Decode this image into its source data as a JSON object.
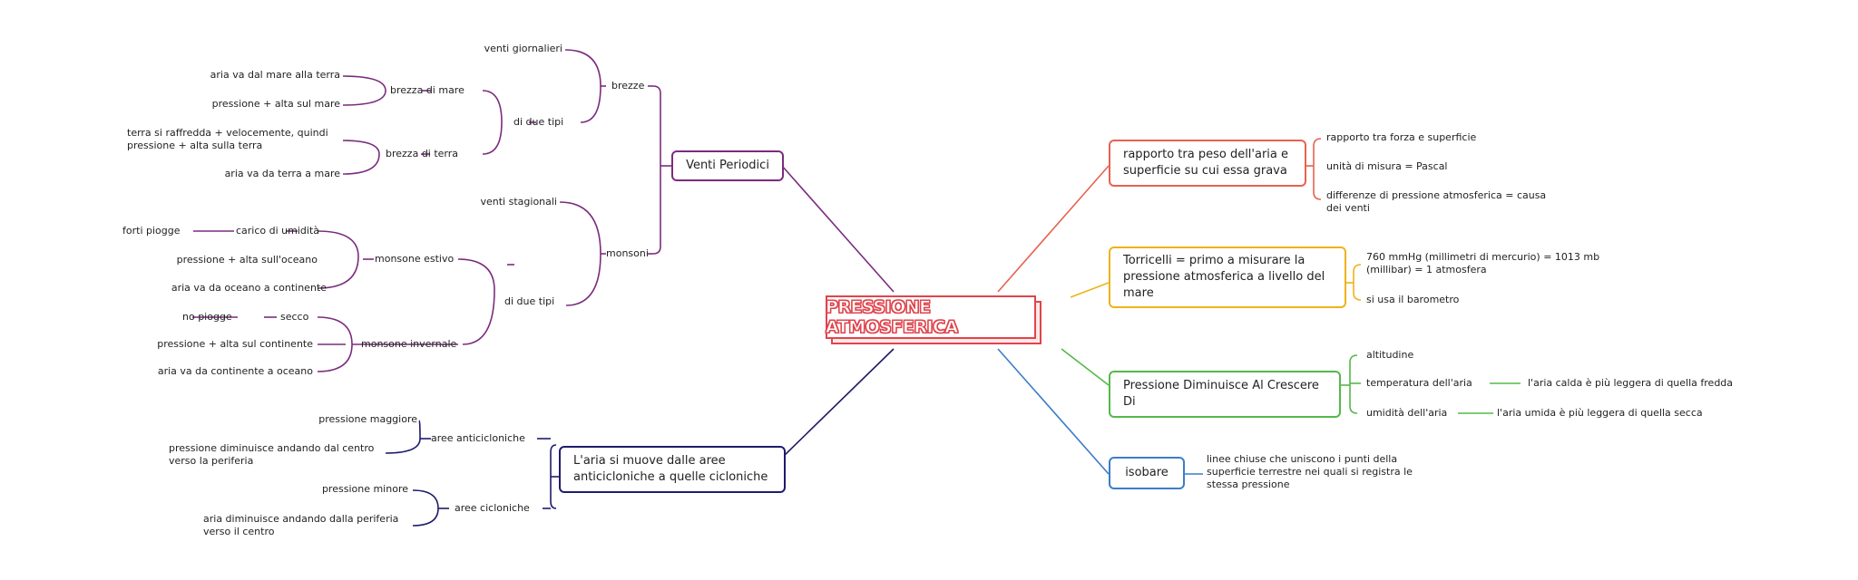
{
  "colors": {
    "central": "#e0444c",
    "purple": "#7b2c7e",
    "navy": "#1e1b6b",
    "salmon": "#e8624f",
    "orange": "#efb21a",
    "green": "#55b84a",
    "blue": "#3b7dc8"
  },
  "central": {
    "title": "PRESSIONE ATMOSFERICA"
  },
  "venti": {
    "title": "Venti Periodici",
    "brezze": "brezze",
    "brezze_giornalieri": "venti giornalieri",
    "brezze_tipi": "di due tipi",
    "brezza_mare": "brezza di mare",
    "bm_1": "aria va dal mare alla terra",
    "bm_2": "pressione + alta sul mare",
    "brezza_terra": "brezza di terra",
    "bt_1": "terra si raffredda + velocemente, quindi pressione + alta sulla terra",
    "bt_2": "aria va da terra a mare",
    "monsoni": "monsoni",
    "monsoni_stagionali": "venti stagionali",
    "monsoni_tipi": "di due tipi",
    "monsone_estivo": "monsone estivo",
    "me_carico": "carico di umidità",
    "me_piogge": "forti piogge",
    "me_2": "pressione + alta sull'oceano",
    "me_3": "aria va da oceano a continente",
    "monsone_invernale": "monsone invernale",
    "mi_secco": "secco",
    "mi_piogge": "no piogge",
    "mi_2": "pressione + alta sul continente",
    "mi_3": "aria va da continente a oceano"
  },
  "aria": {
    "title": "L'aria si muove dalle aree anticicloniche a quelle cicloniche",
    "anti": "aree anticicloniche",
    "anti_1": "pressione maggiore",
    "anti_2": "pressione diminuisce andando dal centro verso la periferia",
    "cicl": "aree cicloniche",
    "cicl_1": "pressione minore",
    "cicl_2": "aria diminuisce andando dalla periferia verso il centro"
  },
  "rapporto": {
    "title": "rapporto tra peso dell'aria e superficie su cui essa grava",
    "d1": "rapporto tra forza e superficie",
    "d2": "unità di misura = Pascal",
    "d3": "differenze di pressione atmosferica = causa dei venti"
  },
  "torricelli": {
    "title": "Torricelli = primo a misurare la pressione atmosferica a livello del mare",
    "d1": "760 mmHg (millimetri di mercurio) = 1013 mb (millibar) = 1 atmosfera",
    "d2": "si usa il barometro"
  },
  "diminuisce": {
    "title": "Pressione Diminuisce Al Crescere Di",
    "d1": "altitudine",
    "d2": "temperatura dell'aria",
    "d2b": "l'aria calda è più leggera di quella fredda",
    "d3": "umidità dell'aria",
    "d3b": "l'aria umida è più leggera di quella secca"
  },
  "isobare": {
    "title": "isobare",
    "desc": "linee chiuse che uniscono i punti della superficie terrestre nei quali si registra le stessa pressione"
  }
}
